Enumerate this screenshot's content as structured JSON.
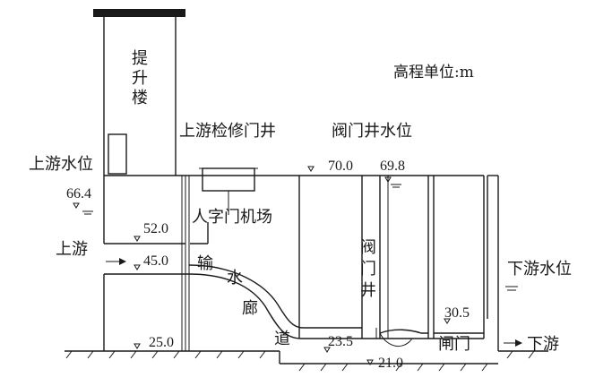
{
  "unit_note": "高程单位:m",
  "labels": {
    "lift_building": [
      "提",
      "升",
      "楼"
    ],
    "upstream_water_level": "上游水位",
    "upstream_maintenance_gate_well": "上游检修门井",
    "valve_well_water_level": "阀门井水位",
    "manhole_machine_area": "人字门机场",
    "upstream": "上游",
    "conveyance_gallery": [
      "输",
      "水",
      "廊",
      "道"
    ],
    "valve_well": [
      "阀",
      "门",
      "井"
    ],
    "downstream_water_level": "下游水位",
    "sluice_gate": "闸门",
    "downstream": "下游"
  },
  "elevations": {
    "top": "70.0",
    "valve_well_level": "69.8",
    "upstream_level": "66.4",
    "e52": "52.0",
    "e45": "45.0",
    "e25": "25.0",
    "e23_5": "23.5",
    "e21": "21.0",
    "e30_5": "30.5"
  }
}
